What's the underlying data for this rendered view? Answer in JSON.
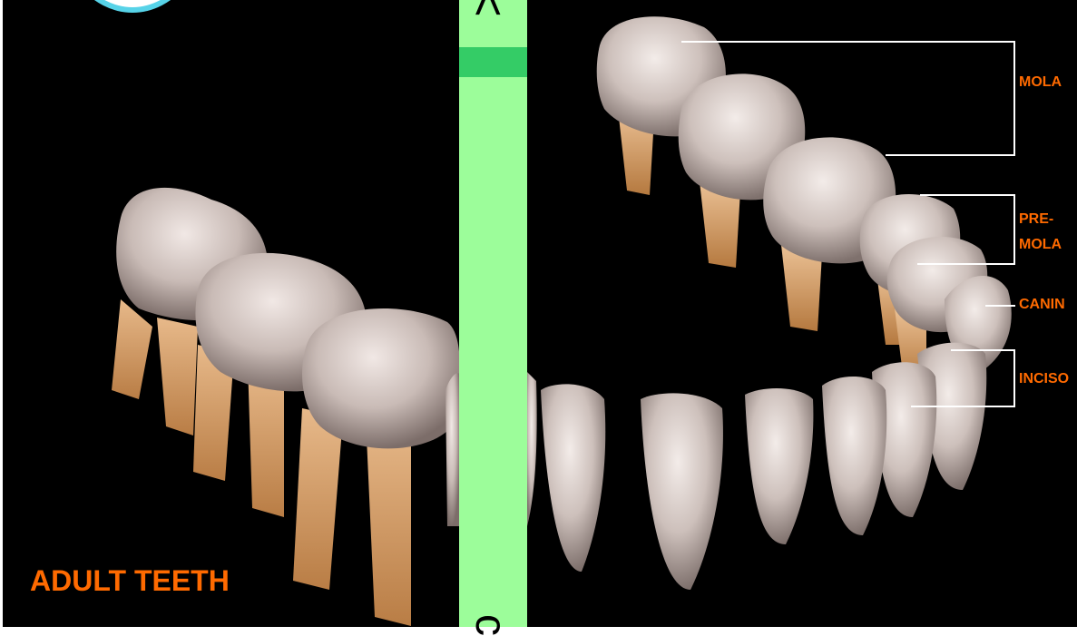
{
  "left_panel": {
    "caption": "ADULT TEETH"
  },
  "right_panel": {
    "labels": {
      "molar": "MOLA",
      "premolar_line1": "PRE-",
      "premolar_line2": "MOLA",
      "canine": "CANIN",
      "incisor": "INCISO"
    }
  },
  "colors": {
    "label_orange": "#ff6a00",
    "strip_green": "#9cfd9a",
    "band_green": "#34cc66",
    "logo_ring": "#57d3e8",
    "enamel": "#cbbfb9",
    "root": "#d9a46c"
  }
}
